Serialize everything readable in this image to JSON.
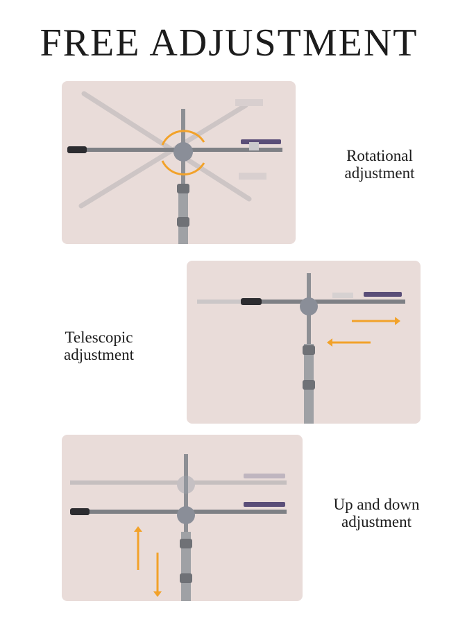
{
  "title": "FREE ADJUSTMENT",
  "sections": [
    {
      "caption_line1": "Rotational",
      "caption_line2": "adjustment"
    },
    {
      "caption_line1": "Telescopic",
      "caption_line2": "adjustment"
    },
    {
      "caption_line1": "Up and down",
      "caption_line2": "adjustment"
    }
  ],
  "colors": {
    "panel_background": "#e9dcd9",
    "arrow_accent": "#f2a22a",
    "metal": "#8d8f94",
    "grip": "#2c2c30",
    "phone_purple": "#5a4e78"
  }
}
